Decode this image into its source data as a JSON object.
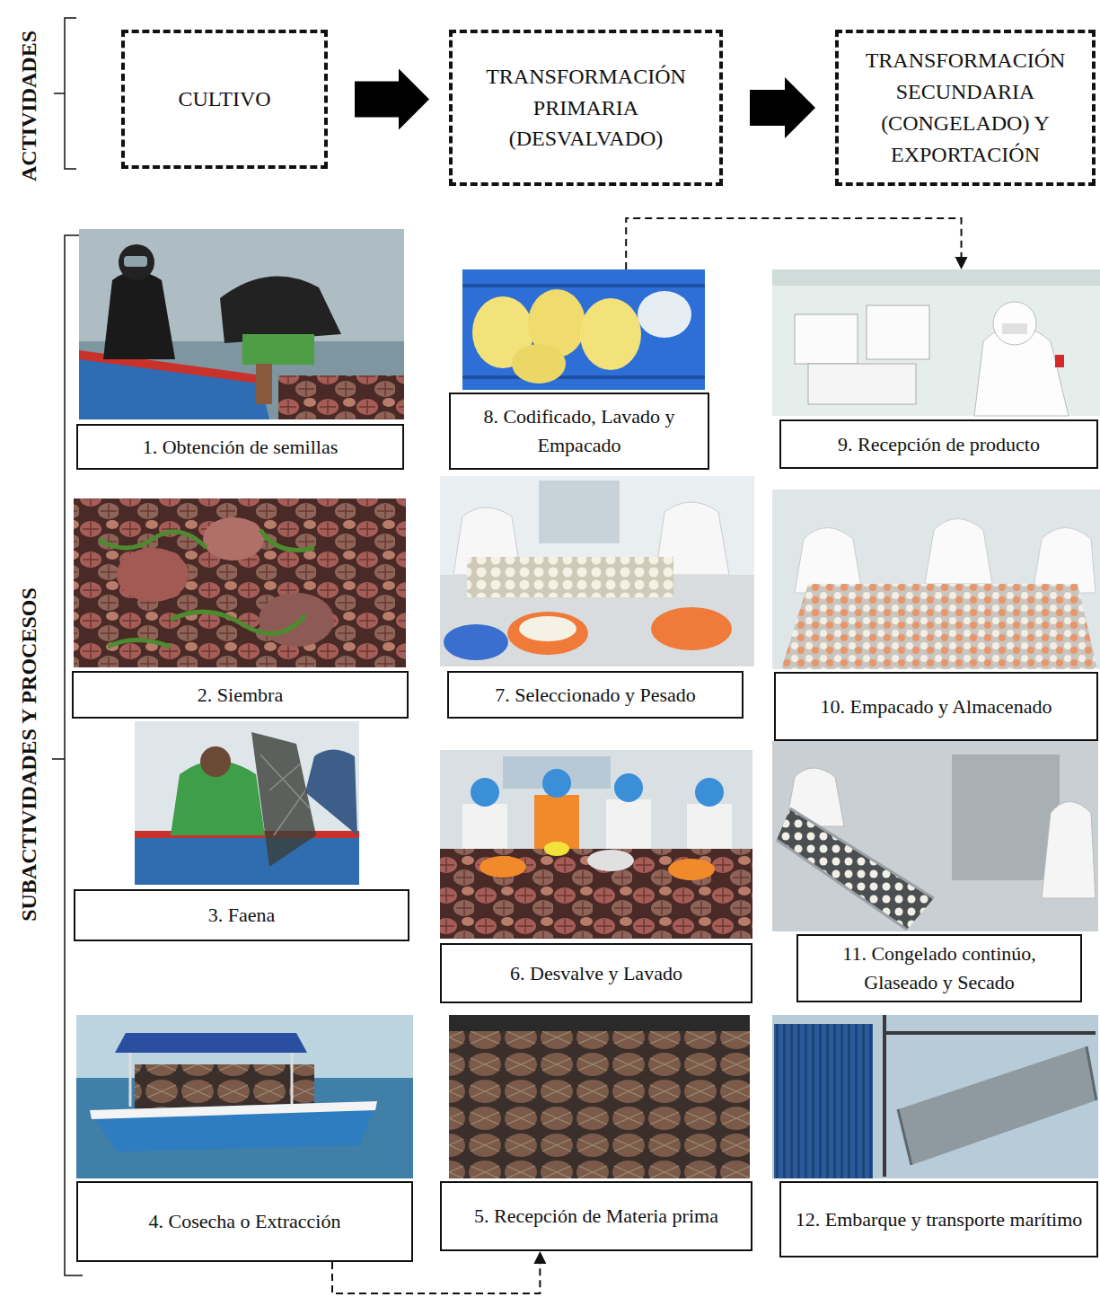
{
  "diagram": {
    "nodes": [
      {
        "text": [
          "CULTIVO"
        ]
      },
      {
        "text": [
          "TRANSFORMACIÓN PRIMARIA (DESVALVADO)"
        ]
      },
      {
        "text": [
          "TRANSFORMACIÓN SECUNDARIA (CONGELADO) Y EXPORTACIÓN"
        ]
      },
      {
        "text": [
          "1. Obtención de semillas"
        ]
      },
      {
        "text": [
          "2. Siembra"
        ]
      },
      {
        "text": [
          "3. Faena"
        ]
      },
      {
        "text": [
          "4. Cosecha o Extracción"
        ]
      },
      {
        "text": [
          "5. Recepción de Materia prima"
        ]
      },
      {
        "text": [
          "6. Desvalve y Lavado"
        ]
      },
      {
        "text": [
          "7. Seleccionado y Pesado"
        ]
      },
      {
        "text": [
          "8. Codificado, Lavado y Empacado"
        ]
      },
      {
        "text": [
          "9. Recepción de producto"
        ]
      },
      {
        "text": [
          "10. Empacado y Almacenado"
        ]
      },
      {
        "text": [
          "11. Congelado continúo, Glaseado y Secado"
        ]
      },
      {
        "text": [
          "12. Embarque y transporte marítimo"
        ]
      }
    ],
    "edges": [
      {
        "from": 0,
        "to": 1,
        "arrow": "to"
      },
      {
        "from": 1,
        "to": 2,
        "arrow": "to"
      },
      {
        "from": 10,
        "to": 11,
        "arrow": "to"
      },
      {
        "from": 6,
        "to": 7,
        "arrow": "to"
      }
    ],
    "labels": [
      "ACTIVIDADES",
      "SUBACTIVIDADES Y PROCESOS"
    ]
  }
}
